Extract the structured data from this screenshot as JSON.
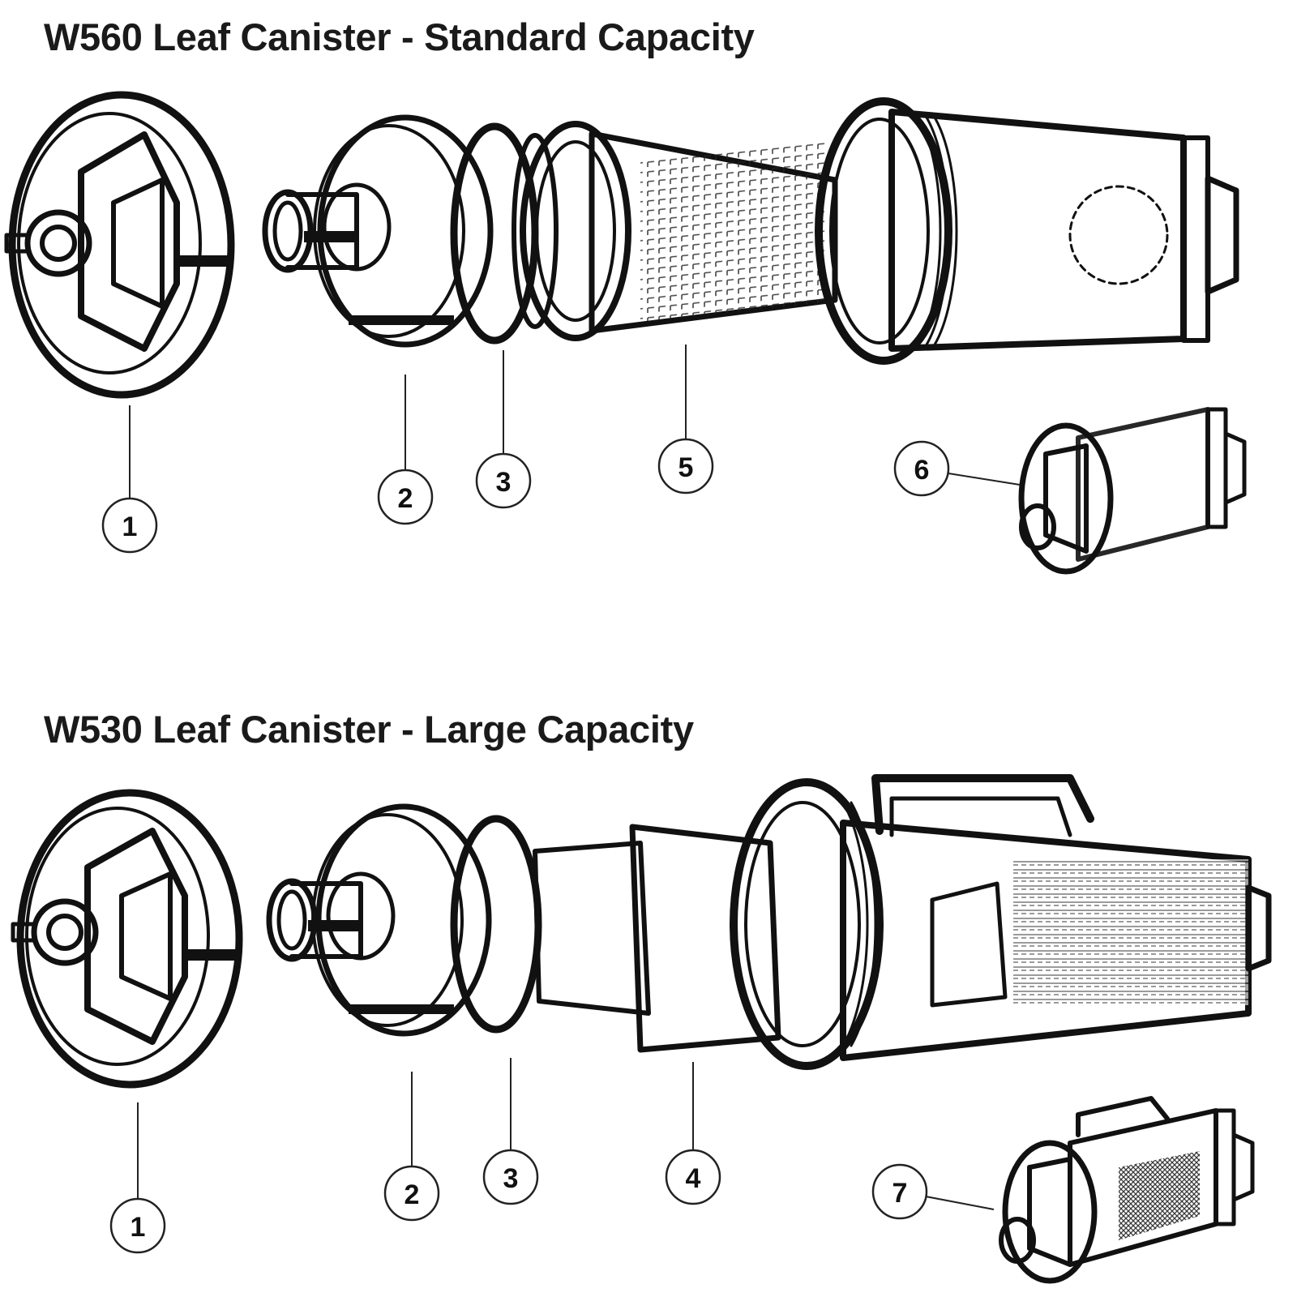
{
  "diagram": {
    "assemblies": [
      {
        "title": "W560 Leaf Canister - Standard Capacity",
        "callouts": [
          {
            "number": "1",
            "part": "front-cap"
          },
          {
            "number": "2",
            "part": "inlet-lid"
          },
          {
            "number": "3",
            "part": "o-ring"
          },
          {
            "number": "5",
            "part": "mesh-basket"
          },
          {
            "number": "6",
            "part": "complete-assembly"
          }
        ]
      },
      {
        "title": "W530 Leaf Canister - Large Capacity",
        "callouts": [
          {
            "number": "1",
            "part": "front-cap"
          },
          {
            "number": "2",
            "part": "inlet-lid"
          },
          {
            "number": "3",
            "part": "o-ring"
          },
          {
            "number": "4",
            "part": "mesh-bag"
          },
          {
            "number": "7",
            "part": "complete-assembly"
          }
        ]
      }
    ],
    "colors": {
      "ink": "#111111",
      "background": "#ffffff"
    }
  }
}
